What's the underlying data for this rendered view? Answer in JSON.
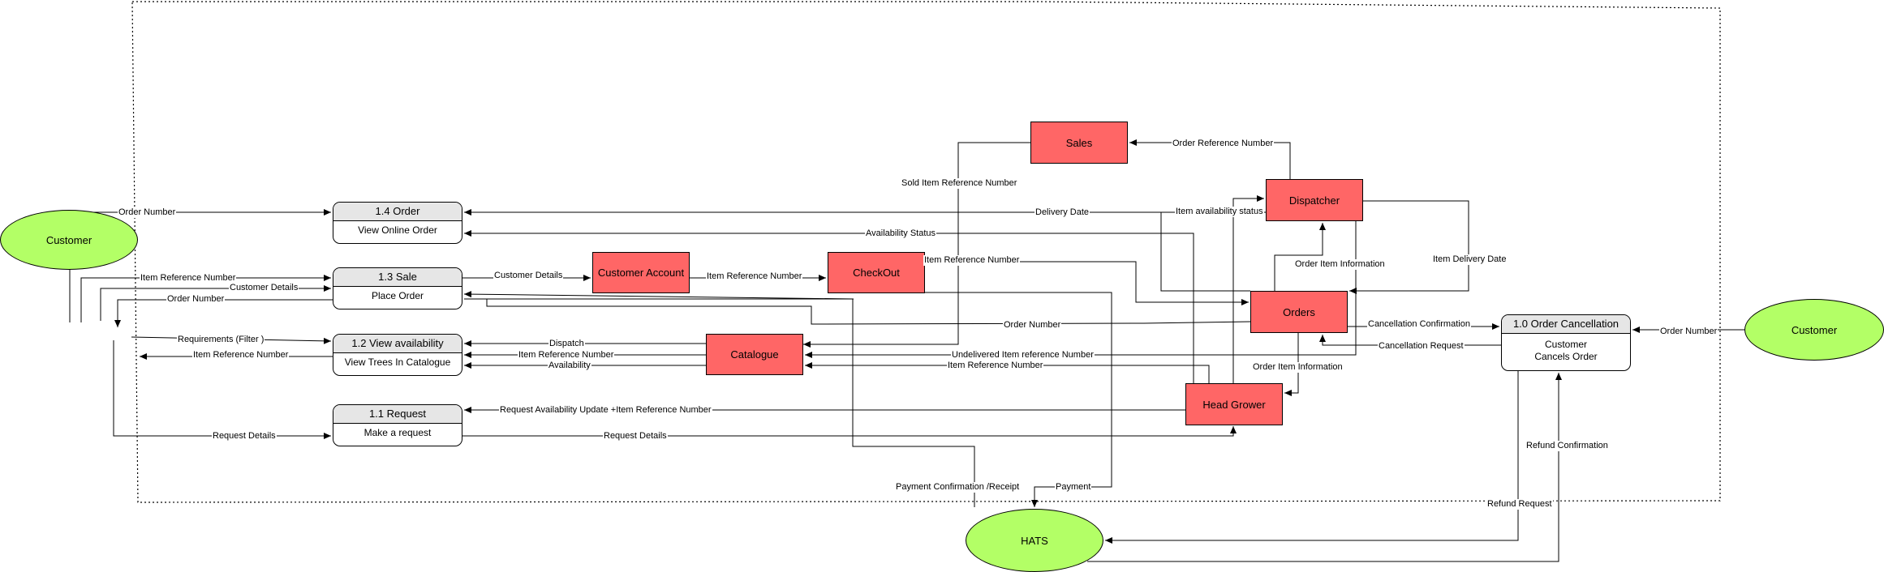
{
  "external_entities": {
    "customer_left": "Customer",
    "customer_right": "Customer",
    "hats": "HATS"
  },
  "data_stores": {
    "sales": "Sales",
    "dispatcher": "Dispatcher",
    "customer_account": "Customer Account",
    "checkout": "CheckOut",
    "orders": "Orders",
    "catalogue": "Catalogue",
    "head_grower": "Head Grower"
  },
  "processes": {
    "order": {
      "id": "1.4  Order",
      "text": "View Online Order"
    },
    "sale": {
      "id": "1.3  Sale",
      "text": "Place Order"
    },
    "view_availability": {
      "id": "1.2 View availability",
      "text": "View Trees In Catalogue"
    },
    "request": {
      "id": "1.1 Request",
      "text": "Make a request"
    },
    "order_cancellation": {
      "id": "1.0 Order Cancellation",
      "text_line1": "Customer",
      "text_line2": "Cancels Order"
    }
  },
  "flow_labels": {
    "order_number_top": "Order Number",
    "item_reference_number_sale": "Item Reference Number",
    "customer_details_sale": "Customer Details",
    "order_number_back": "Order Number",
    "requirements_filter": "Requirements (Filter )",
    "item_reference_number_back": "Item Reference Number",
    "request_details_left": "Request Details",
    "customer_details_account": "Customer Details",
    "item_reference_number_checkout": "Item Reference Number",
    "item_reference_number_orders": "Item Reference Number",
    "sold_item_reference_number": "Sold Item Reference Number",
    "order_reference_number": "Order Reference Number",
    "delivery_date": "Delivery Date",
    "availability_status": "Availability Status",
    "item_availability_status": "Item availability status",
    "order_item_information_up": "Order Item Information",
    "item_delivery_date": "Item Delivery Date",
    "order_number_orders": "Order Number",
    "cancellation_confirmation": "Cancellation Confirmation",
    "cancellation_request": "Cancellation Request",
    "order_number_right": "Order Number",
    "dispatch": "Dispatch",
    "item_reference_number_catalogue": "Item Reference Number",
    "availability": "Availability",
    "undelivered_item_reference_number": "Undelivered Item reference Number",
    "item_reference_number_headgrower": "Item Reference Number",
    "order_item_information_down": "Order Item Information",
    "request_availability_update": "Request Availability Update +Item Reference Number",
    "request_details_right": "Request Details",
    "payment_confirmation": "Payment Confirmation /Receipt",
    "payment": "Payment",
    "refund_confirmation": "Refund Confirmation",
    "refund_request": "Refund Request"
  },
  "colors": {
    "external_entity": "#b3ff66",
    "data_store": "#ff6666",
    "process_header": "#e6e6e6",
    "line": "#000000"
  }
}
